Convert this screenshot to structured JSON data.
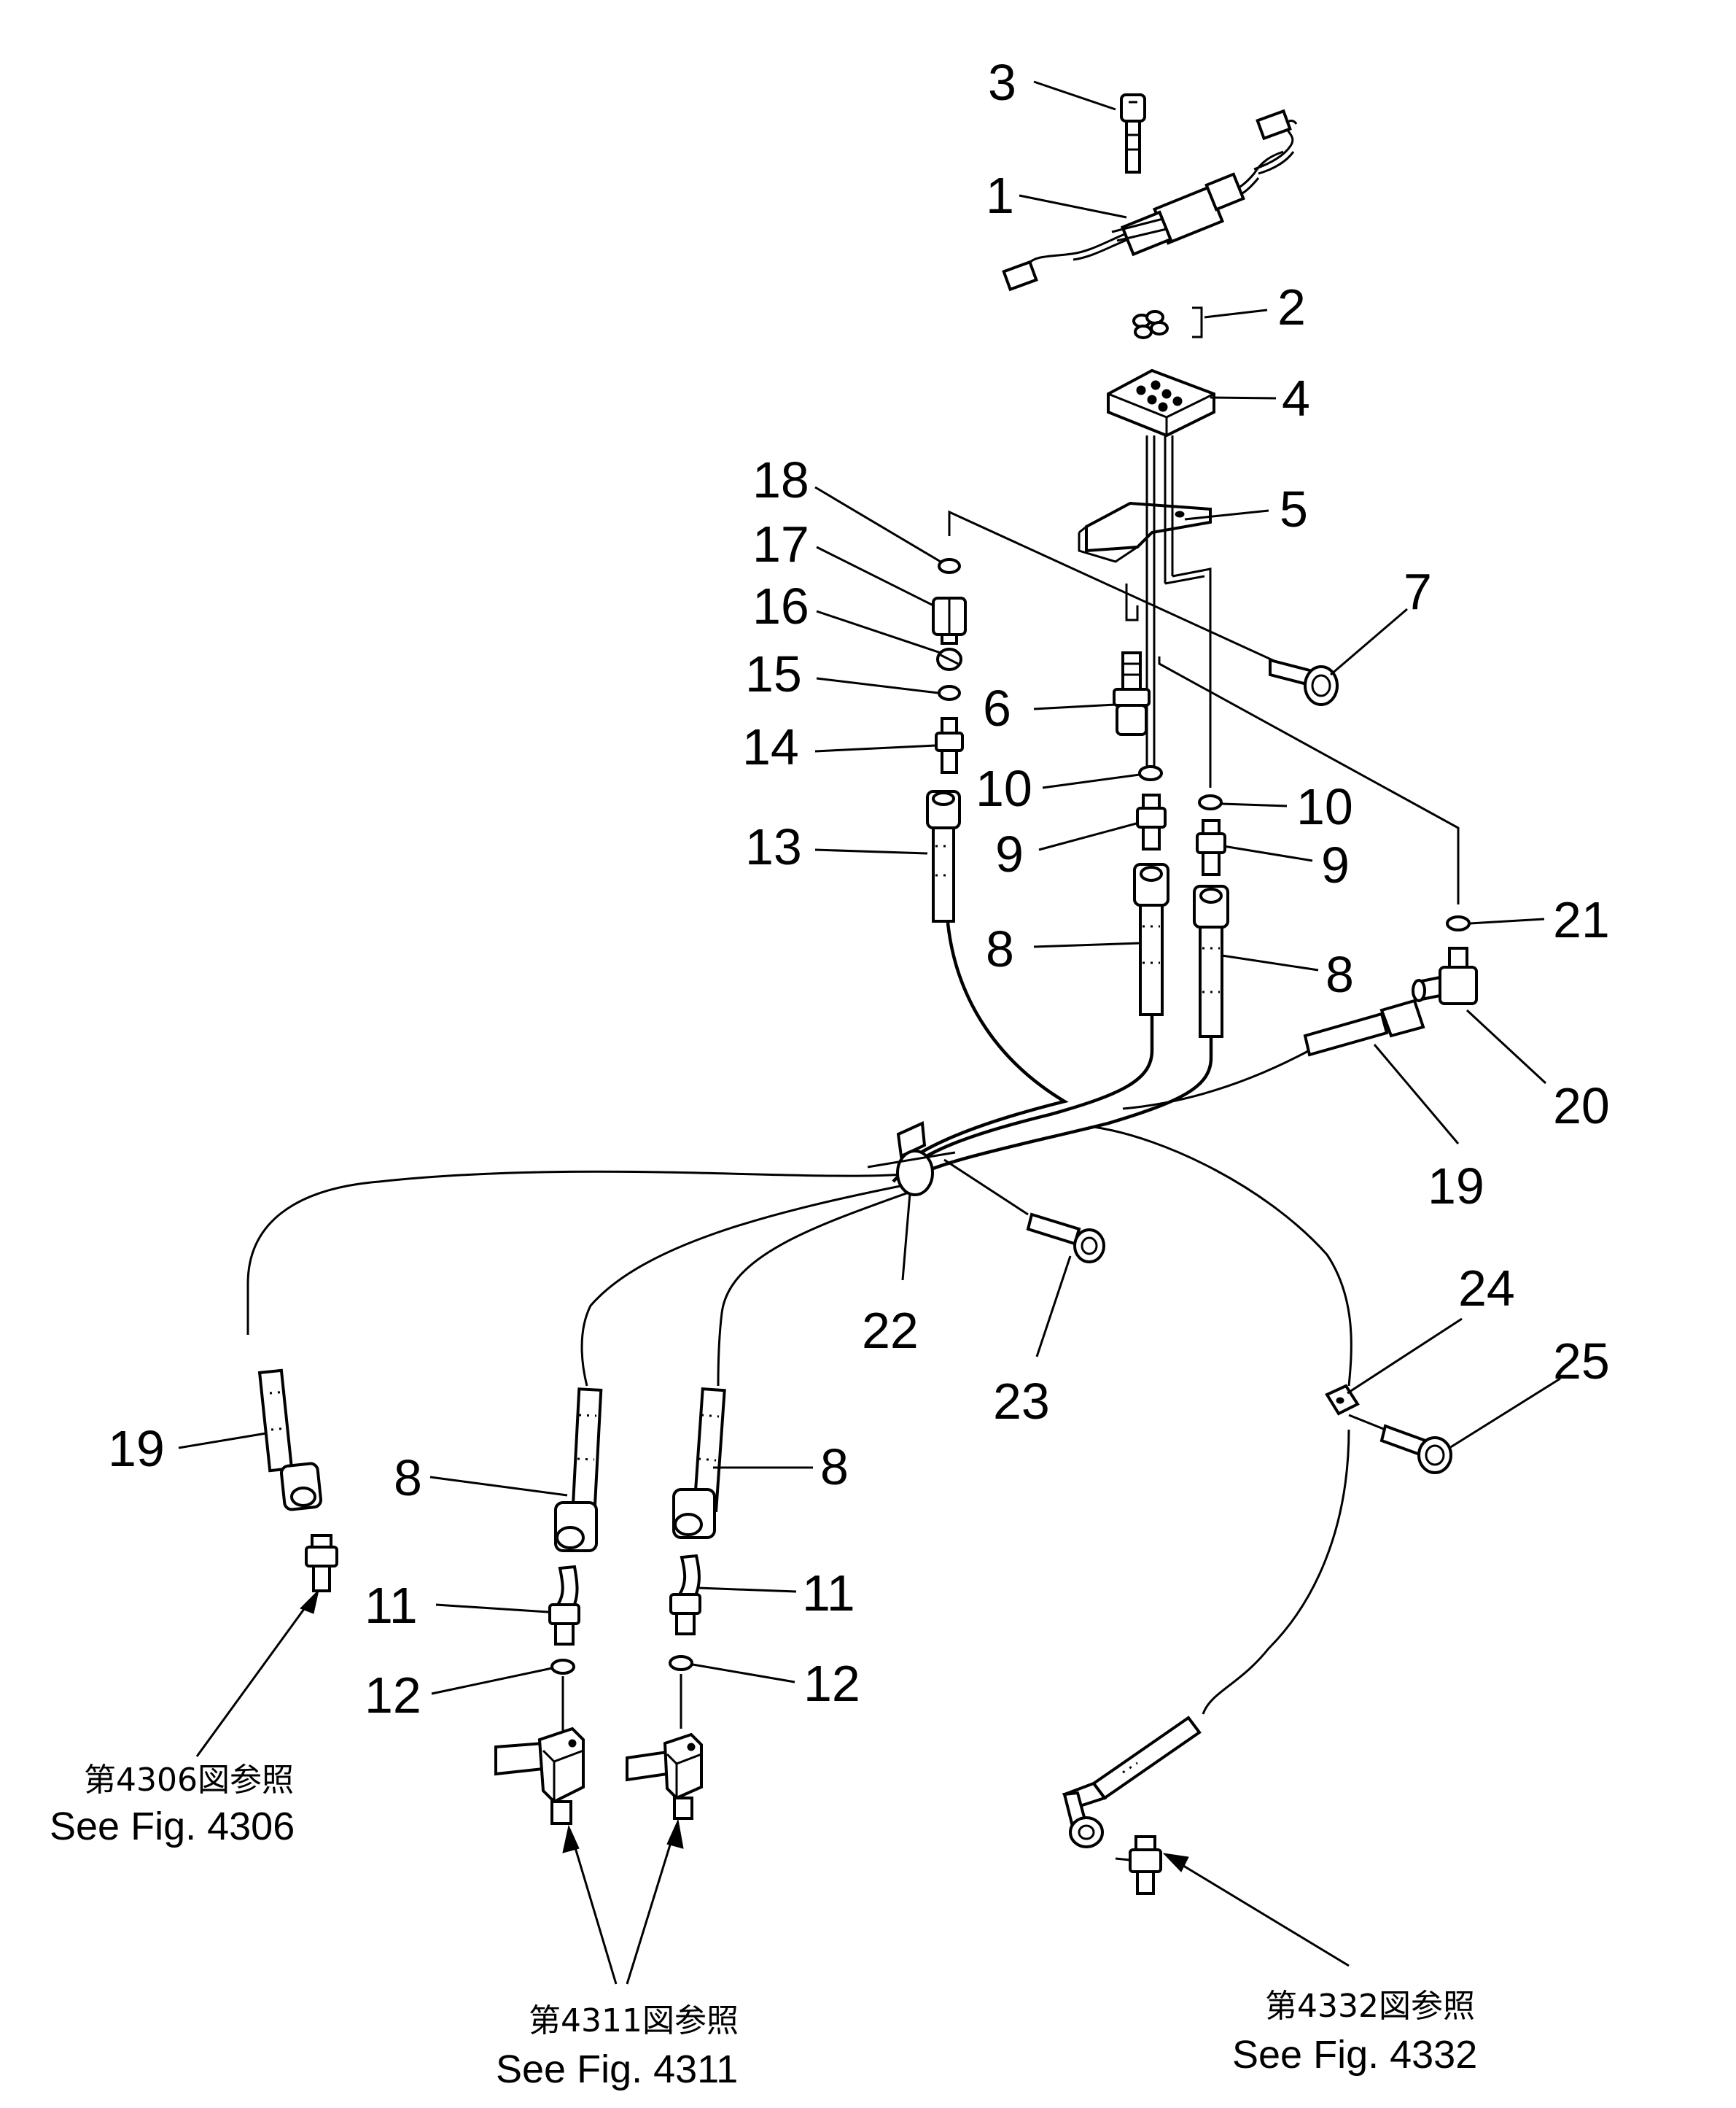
{
  "callouts": [
    {
      "id": "c3",
      "label": "3"
    },
    {
      "id": "c1",
      "label": "1"
    },
    {
      "id": "c2",
      "label": "2"
    },
    {
      "id": "c4",
      "label": "4"
    },
    {
      "id": "c5",
      "label": "5"
    },
    {
      "id": "c18",
      "label": "18"
    },
    {
      "id": "c17",
      "label": "17"
    },
    {
      "id": "c16",
      "label": "16"
    },
    {
      "id": "c15",
      "label": "15"
    },
    {
      "id": "c14",
      "label": "14"
    },
    {
      "id": "c13",
      "label": "13"
    },
    {
      "id": "c7",
      "label": "7"
    },
    {
      "id": "c6",
      "label": "6"
    },
    {
      "id": "c10a",
      "label": "10"
    },
    {
      "id": "c10b",
      "label": "10"
    },
    {
      "id": "c9a",
      "label": "9"
    },
    {
      "id": "c9b",
      "label": "9"
    },
    {
      "id": "c8a",
      "label": "8"
    },
    {
      "id": "c8b",
      "label": "8"
    },
    {
      "id": "c21",
      "label": "21"
    },
    {
      "id": "c20",
      "label": "20"
    },
    {
      "id": "c19a",
      "label": "19"
    },
    {
      "id": "c22",
      "label": "22"
    },
    {
      "id": "c23",
      "label": "23"
    },
    {
      "id": "c24",
      "label": "24"
    },
    {
      "id": "c25",
      "label": "25"
    },
    {
      "id": "c19b",
      "label": "19"
    },
    {
      "id": "c8c",
      "label": "8"
    },
    {
      "id": "c8d",
      "label": "8"
    },
    {
      "id": "c11a",
      "label": "11"
    },
    {
      "id": "c11b",
      "label": "11"
    },
    {
      "id": "c12a",
      "label": "12"
    },
    {
      "id": "c12b",
      "label": "12"
    }
  ],
  "references": {
    "fig4306": {
      "jp": "第4306図参照",
      "en": "See Fig. 4306"
    },
    "fig4311": {
      "jp": "第4311図参照",
      "en": "See Fig. 4311"
    },
    "fig4332": {
      "jp": "第4332図参照",
      "en": "See Fig. 4332"
    }
  }
}
